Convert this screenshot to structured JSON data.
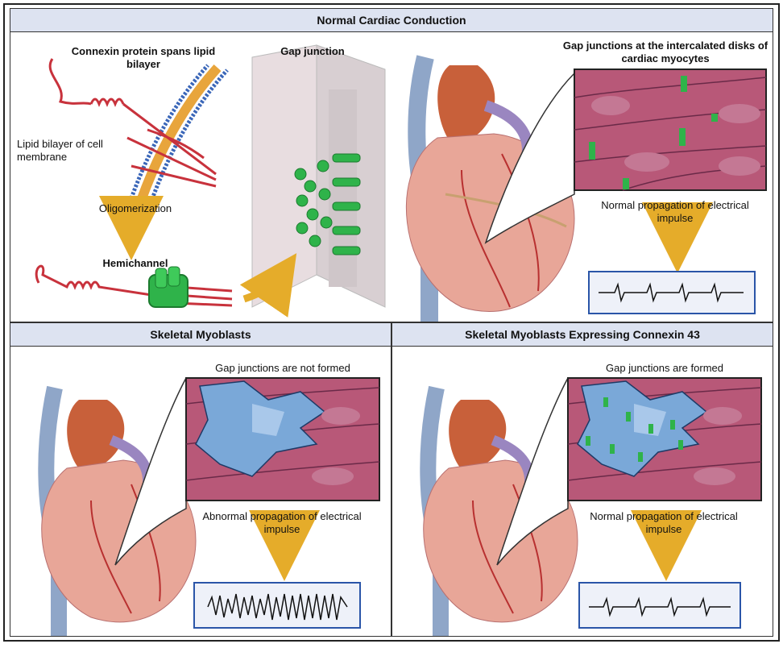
{
  "panels": {
    "normal": {
      "title": "Normal Cardiac Conduction",
      "connexin_label": "Connexin protein spans lipid bilayer",
      "lipid_label": "Lipid bilayer of cell membrane",
      "oligomerization_label": "Oligomerization",
      "hemichannel_label": "Hemichannel",
      "gap_junction_label": "Gap junction",
      "disk_label": "Gap junctions at the intercalated disks of cardiac myocytes",
      "impulse_label": "Normal propagation of electrical impulse"
    },
    "skeletal": {
      "title": "Skeletal Myoblasts",
      "gap_label": "Gap junctions are not formed",
      "impulse_label": "Abnormal propagation of electrical impulse"
    },
    "connexin43": {
      "title": "Skeletal Myoblasts Expressing Connexin 43",
      "gap_label": "Gap junctions are formed",
      "impulse_label": "Normal propagation of electrical impulse"
    }
  },
  "colors": {
    "title_bar": "#dde3f1",
    "connexin": "#c8323c",
    "hemichannel": "#2fb34a",
    "myocyte": "#b85878",
    "myoblast": "#7aa8d8",
    "arrow": "#e5ac2a",
    "ecg_frame": "#2a55a8",
    "heart": "#e8a698"
  },
  "icons": [
    "heart-illustration",
    "down-arrow-icon",
    "ecg-trace",
    "myocyte-inset",
    "connexin-strand",
    "gap-junction-plate"
  ]
}
